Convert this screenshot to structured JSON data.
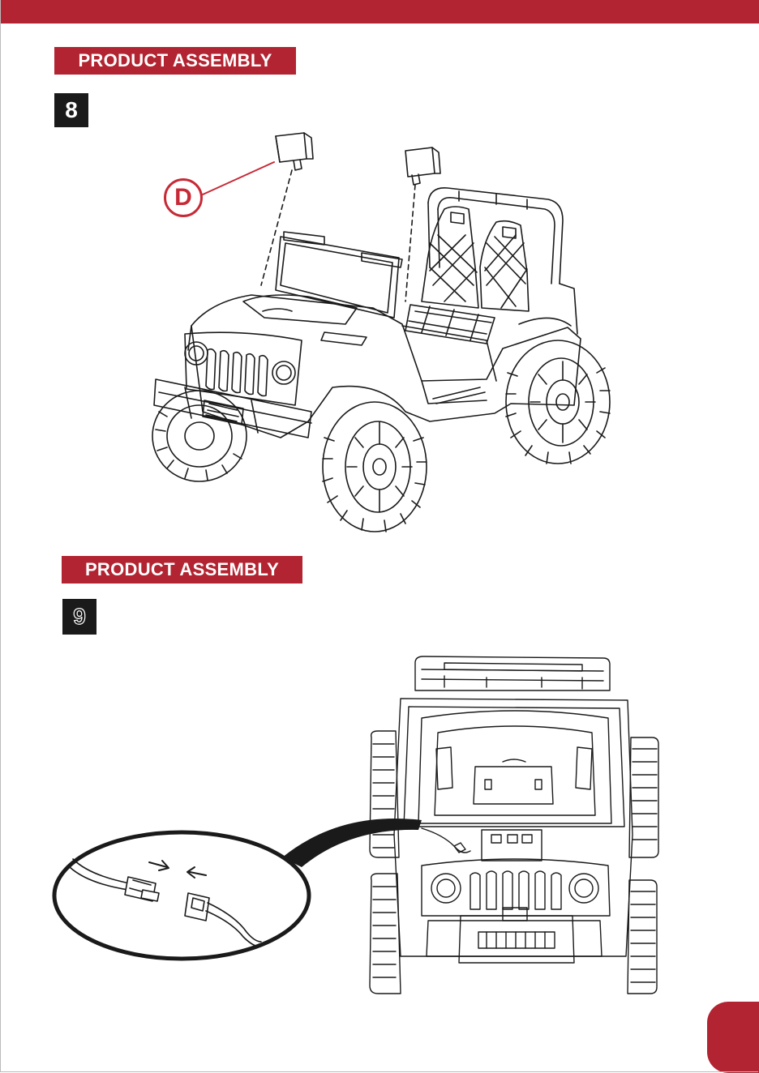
{
  "sections": [
    {
      "title": "PRODUCT ASSEMBLY",
      "step": "8"
    },
    {
      "title": "PRODUCT ASSEMBLY",
      "step": "9"
    }
  ],
  "parts": {
    "mirror_label": "D"
  },
  "colors": {
    "accent": "#b22431",
    "label_red": "#c62a36",
    "ink": "#1a1a1a"
  }
}
